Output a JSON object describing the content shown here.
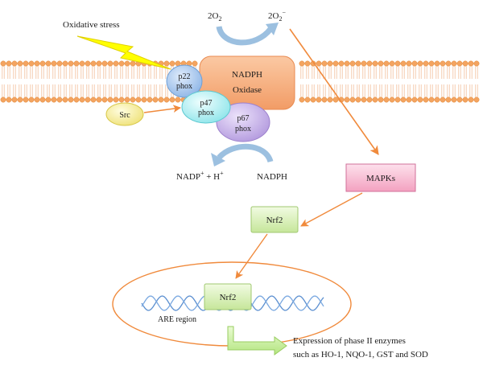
{
  "labels": {
    "oxidative_stress": "Oxidative stress",
    "o2_in": "2O",
    "o2_in_sub": "2",
    "o2_out": "2O",
    "o2_out_sub": "2",
    "o2_out_sup": "−",
    "nadph_oxidase_line1": "NADPH",
    "nadph_oxidase_line2": "Oxidase",
    "p22_line1": "p22",
    "p22_line2": "phox",
    "p47_line1": "p47",
    "p47_line2": "phox",
    "p67_line1": "p67",
    "p67_line2": "phox",
    "src": "Src",
    "nadp_base": "NADP",
    "nadp_sup": "+",
    "nadp_mid": " + H",
    "nadp_sup2": "+",
    "nadph": "NADPH",
    "mapks": "MAPKs",
    "nrf2_cytoplasm": "Nrf2",
    "nrf2_nucleus": "Nrf2",
    "are_region": "ARE region",
    "expression_line1": "Expression of phase II enzymes",
    "expression_line2": "such as HO-1, NQO-1, GST and SOD"
  },
  "colors": {
    "membrane": "#f4a460",
    "lightning": "#ffff00",
    "nadph_oxidase": "#f7b48a",
    "p22": "#a8c8f0",
    "p47": "#aef0f0",
    "p67": "#c8b0e8",
    "src": "#f5f0a0",
    "mapks": "#f8b8d0",
    "nrf2_box": "#d8f0b0",
    "arrow_orange": "#f08a3c",
    "arrow_blue": "#9cc0e0",
    "dna": "#5b8fd0",
    "nucleus": "#f08a3c",
    "output_arrow": "#c8f09a"
  }
}
